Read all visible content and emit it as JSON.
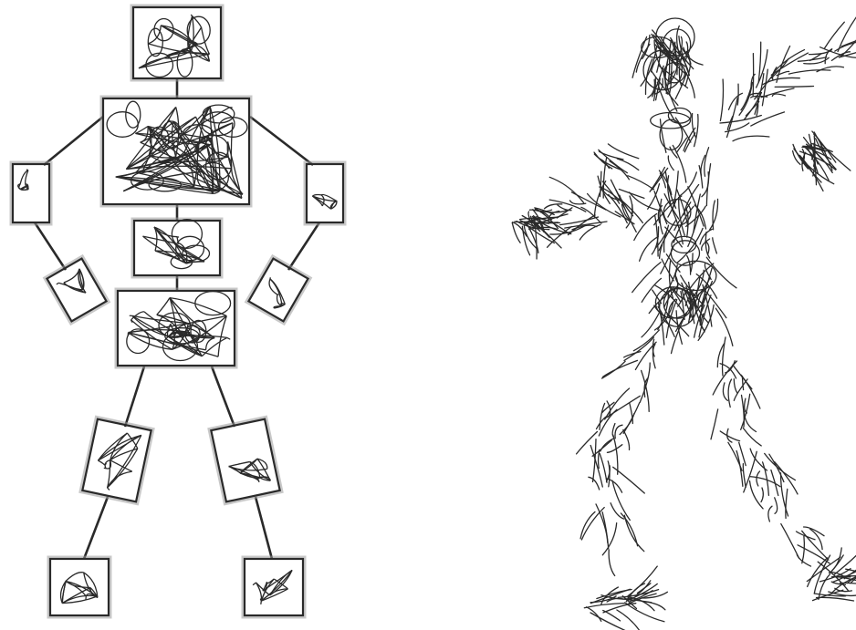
{
  "figure": {
    "panels": [
      {
        "id": "part-model",
        "parts": [
          "head",
          "torso",
          "pelvis",
          "hips",
          "left-upper-arm",
          "left-forearm",
          "right-upper-arm",
          "right-forearm",
          "left-thigh",
          "left-shin",
          "right-thigh",
          "right-shin"
        ]
      },
      {
        "id": "posed-figure",
        "parts": [
          "head",
          "torso",
          "pelvis",
          "left-arm",
          "left-hand",
          "right-arm",
          "right-hand",
          "left-leg",
          "left-foot",
          "right-leg",
          "right-foot"
        ]
      }
    ],
    "colors": {
      "stroke": "#2a2a2a",
      "box_shadow": "#9a9a9a",
      "background": "#ffffff"
    }
  }
}
